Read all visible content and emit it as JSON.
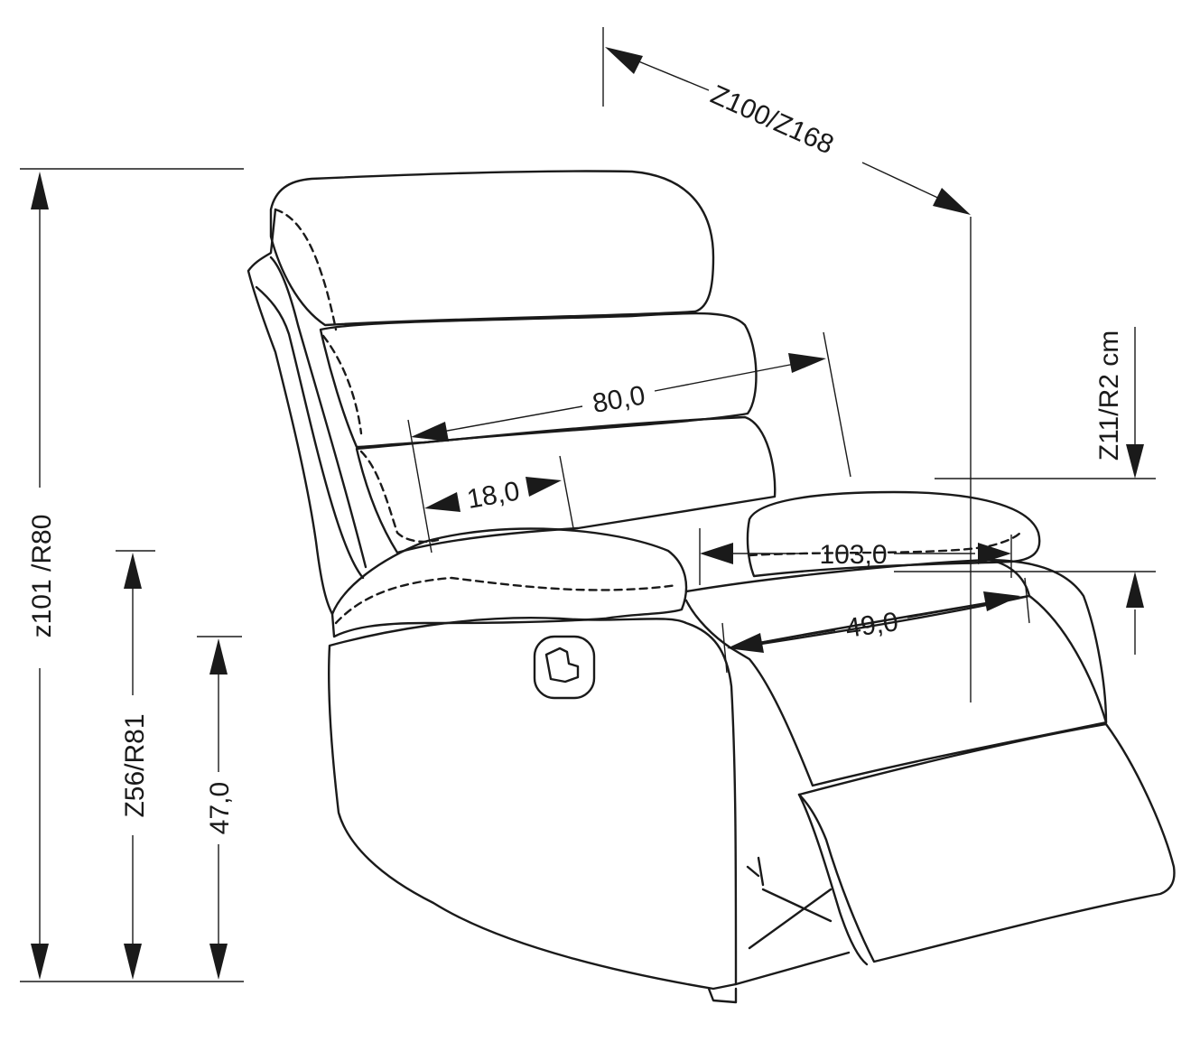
{
  "dimensions": {
    "depth_diag": "Z100/Z168",
    "total_height": "z101 /R80",
    "arm_height": "Z56/R81",
    "seat_height": "47,0",
    "back_width": "80,0",
    "arm_width": "18,0",
    "total_width": "103,0",
    "seat_width": "49,0",
    "recline_offset": "Z11/R2 cm"
  }
}
